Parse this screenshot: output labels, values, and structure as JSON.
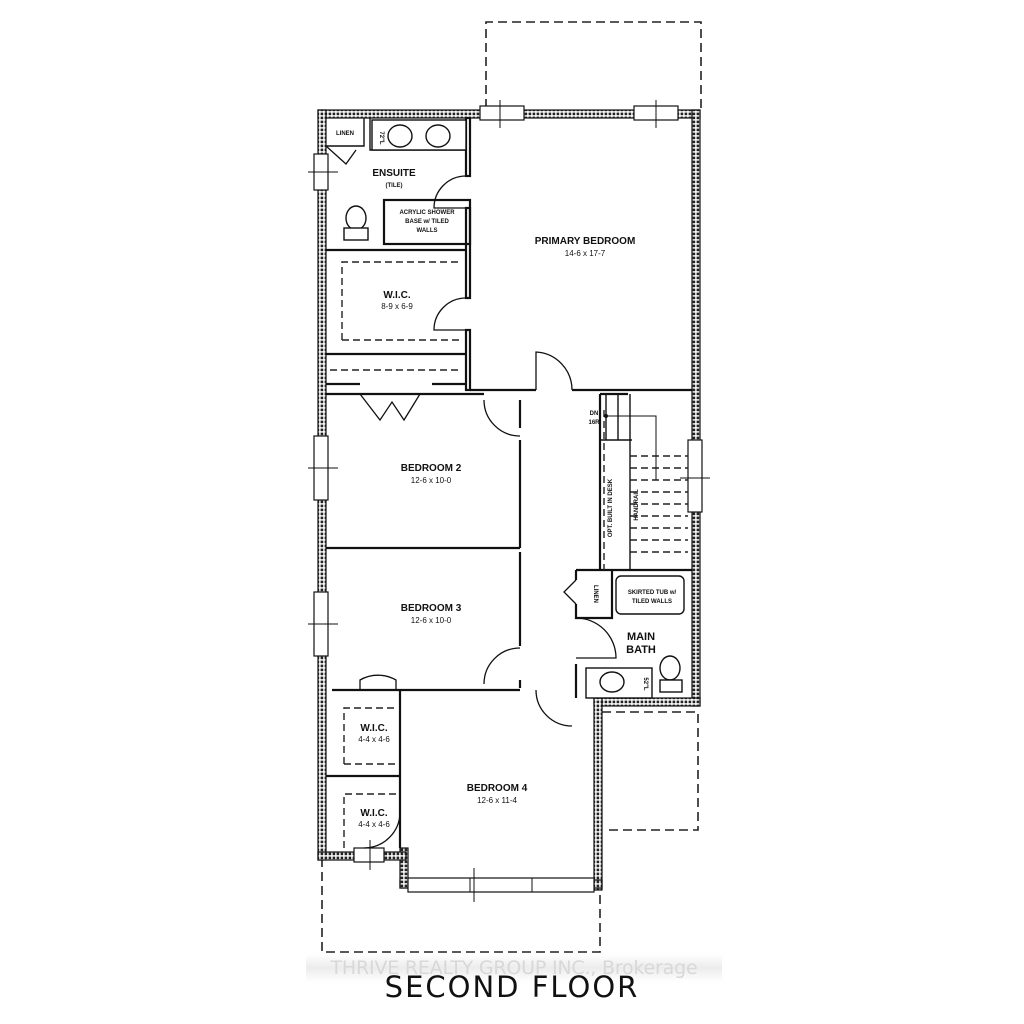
{
  "floor_plan": {
    "title": "SECOND FLOOR",
    "watermark": "THRIVE REALTY GROUP INC., Brokerage",
    "rooms": {
      "primary_bedroom": {
        "name": "PRIMARY BEDROOM",
        "dimensions": "14-6 x 17-7"
      },
      "ensuite": {
        "name": "ENSUITE",
        "note": "(TILE)"
      },
      "ensuite_shower": {
        "line1": "ACRYLIC SHOWER",
        "line2": "BASE w/ TILED",
        "line3": "WALLS"
      },
      "ensuite_linen": {
        "name": "LINEN"
      },
      "ensuite_vanity_dim": "72\"L",
      "primary_wic": {
        "name": "W.I.C.",
        "dimensions": "8-9 x 6-9"
      },
      "bedroom_2": {
        "name": "BEDROOM 2",
        "dimensions": "12-6 x 10-0"
      },
      "bedroom_3": {
        "name": "BEDROOM 3",
        "dimensions": "12-6 x 10-0"
      },
      "bedroom_4": {
        "name": "BEDROOM 4",
        "dimensions": "12-6 x 11-4"
      },
      "wic_3": {
        "name": "W.I.C.",
        "dimensions": "4-4 x 4-6"
      },
      "wic_4": {
        "name": "W.I.C.",
        "dimensions": "4-4 x 4-6"
      },
      "main_bath": {
        "line1": "MAIN",
        "line2": "BATH"
      },
      "main_bath_tub": {
        "line1": "SKIRTED TUB w/",
        "line2": "TILED WALLS"
      },
      "main_bath_linen": {
        "name": "LINEN"
      },
      "main_bath_vanity_dim": "52\"L"
    },
    "stairs": {
      "direction": "DN",
      "risers": "16R",
      "handrail": "HANDRAIL",
      "desk_note": "OPT. BUILT IN DESK"
    }
  }
}
